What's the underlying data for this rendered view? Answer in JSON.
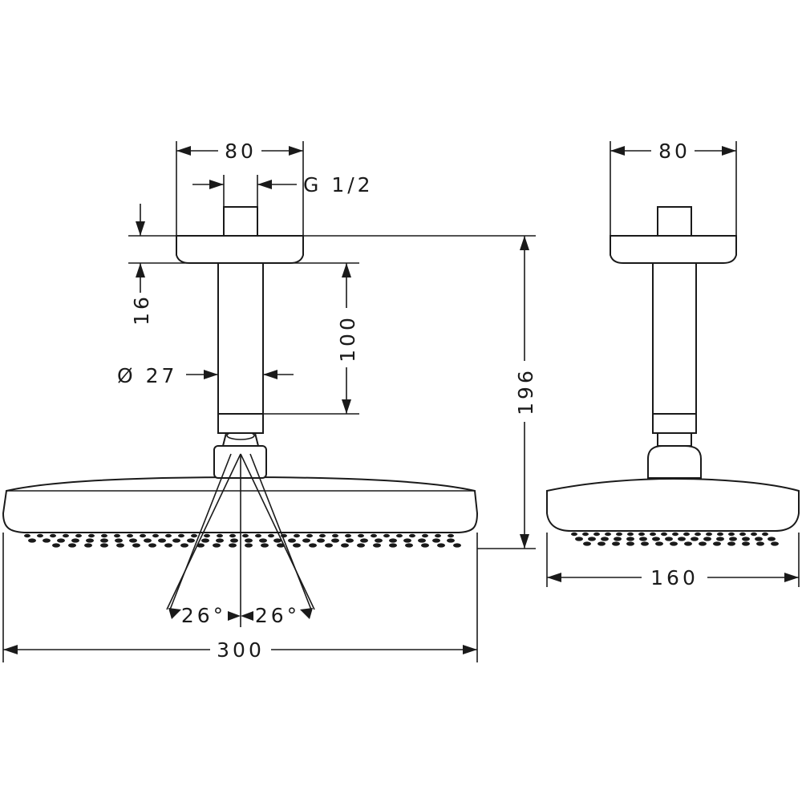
{
  "drawing": {
    "front_view": {
      "flange_width": "80",
      "thread": "G 1/2",
      "flange_thickness": "16",
      "arm_length": "100",
      "arm_diameter": "Ø 27",
      "total_height": "196",
      "spray_angle_left": "26°",
      "spray_angle_right": "26°",
      "head_width": "300"
    },
    "side_view": {
      "flange_width": "80",
      "head_depth": "160"
    }
  }
}
